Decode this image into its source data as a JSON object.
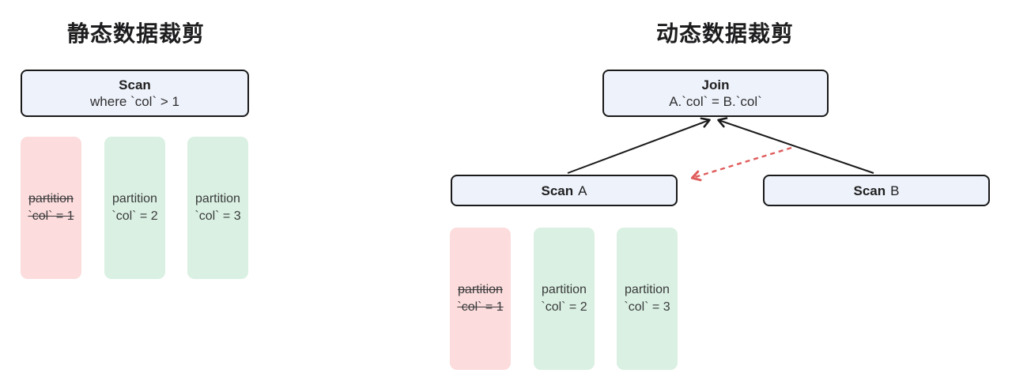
{
  "colors": {
    "node_fill": "#eef2fb",
    "node_border": "#1a1a1a",
    "pruned_fill": "#fcdcdc",
    "kept_fill": "#d9f0e2",
    "edge": "#1a1a1a",
    "prune_arrow": "#e05c5c",
    "text": "#2b2b2b"
  },
  "left": {
    "title": "静态数据裁剪",
    "scan_node": {
      "name": "Scan",
      "condition": "where `col` > 1"
    },
    "partitions": [
      {
        "line1": "partition",
        "line2": "`col` = 1",
        "pruned": true
      },
      {
        "line1": "partition",
        "line2": "`col` = 2",
        "pruned": false
      },
      {
        "line1": "partition",
        "line2": "`col` = 3",
        "pruned": false
      }
    ]
  },
  "right": {
    "title": "动态数据裁剪",
    "join_node": {
      "name": "Join",
      "condition": "A.`col` = B.`col`"
    },
    "scan_a": {
      "name": "Scan",
      "label": "A"
    },
    "scan_b": {
      "name": "Scan",
      "label": "B"
    },
    "partitions": [
      {
        "line1": "partition",
        "line2": "`col` = 1",
        "pruned": true
      },
      {
        "line1": "partition",
        "line2": "`col` = 2",
        "pruned": false
      },
      {
        "line1": "partition",
        "line2": "`col` = 3",
        "pruned": false
      }
    ]
  }
}
